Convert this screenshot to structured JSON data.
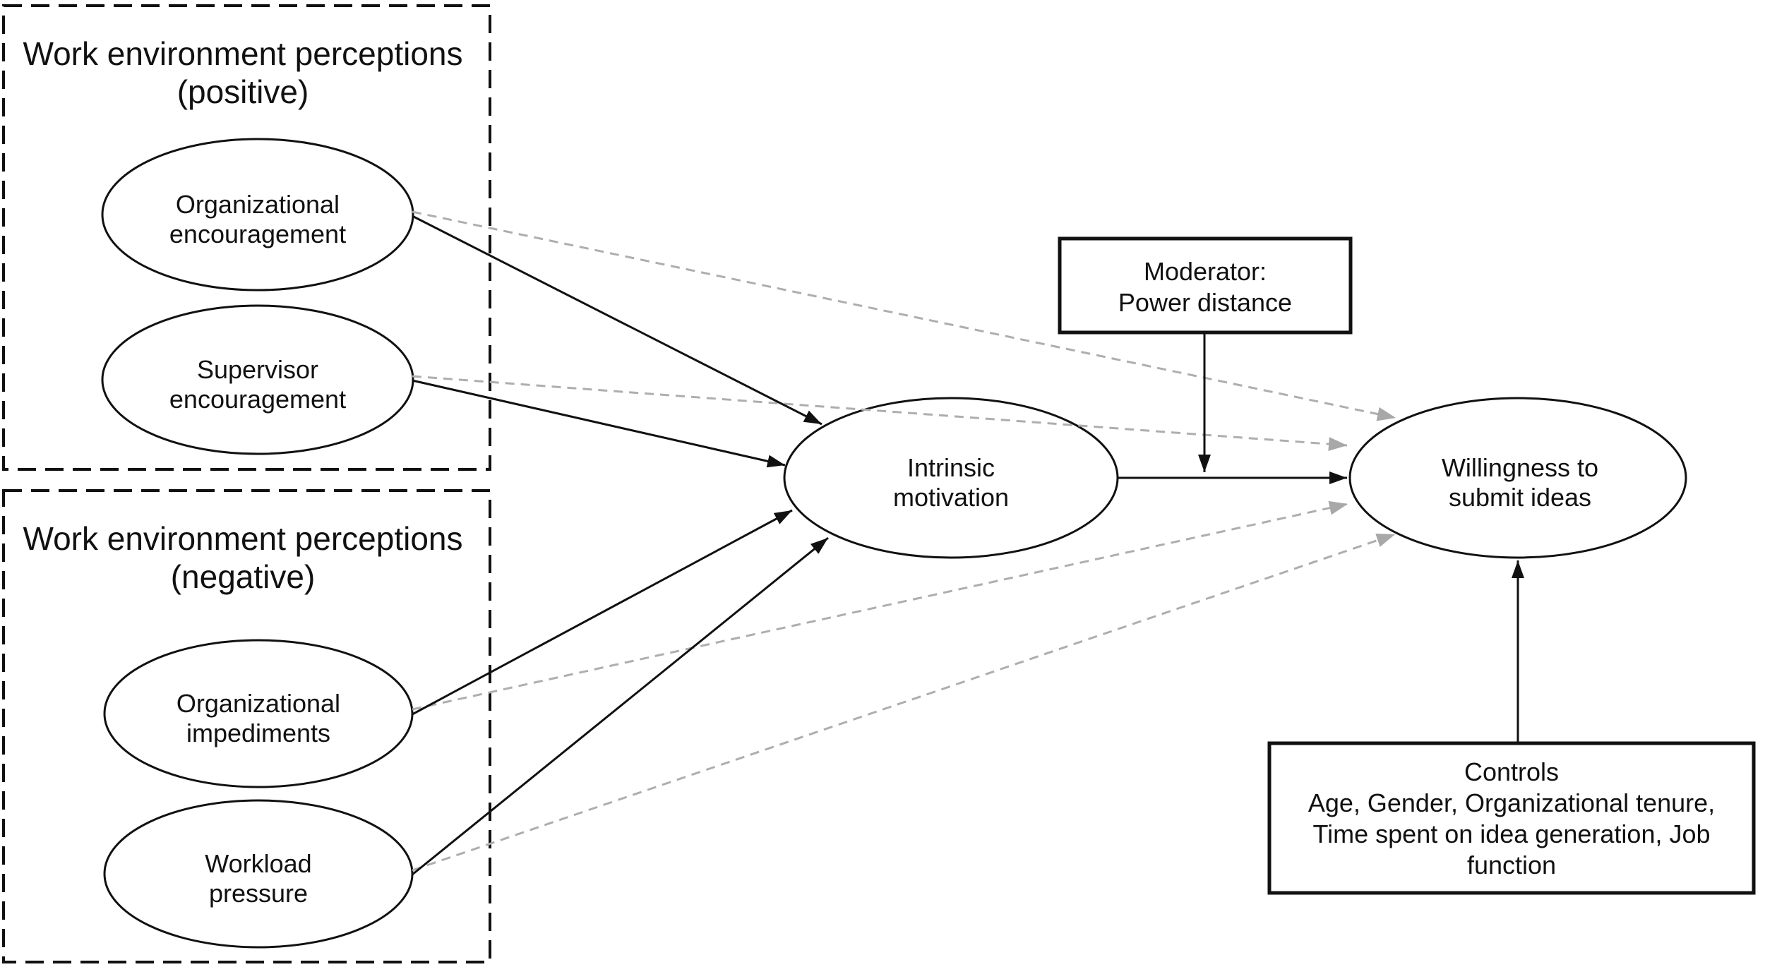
{
  "figure": {
    "background_color": "#ffffff",
    "line_color": "#111111",
    "dashed_line_color": "#aeaeae",
    "groups": [
      {
        "title_line1": "Work environment perceptions",
        "title_line2": "(positive)"
      },
      {
        "title_line1": "Work environment perceptions",
        "title_line2": "(negative)"
      }
    ],
    "nodes": {
      "org_encouragement": {
        "line1": "Organizational",
        "line2": "encouragement"
      },
      "supervisor_encouragement": {
        "line1": "Supervisor",
        "line2": "encouragement"
      },
      "org_impediments": {
        "line1": "Organizational",
        "line2": "impediments"
      },
      "workload_pressure": {
        "line1": "Workload",
        "line2": "pressure"
      },
      "intrinsic_motivation": {
        "line1": "Intrinsic",
        "line2": "motivation"
      },
      "willingness": {
        "line1": "Willingness to",
        "line2": "submit ideas"
      }
    },
    "moderator": {
      "line1": "Moderator:",
      "line2": "Power distance"
    },
    "controls": {
      "line1": "Controls",
      "line2": "Age, Gender, Organizational tenure,",
      "line3": "Time spent on idea generation, Job",
      "line4": "function"
    }
  }
}
